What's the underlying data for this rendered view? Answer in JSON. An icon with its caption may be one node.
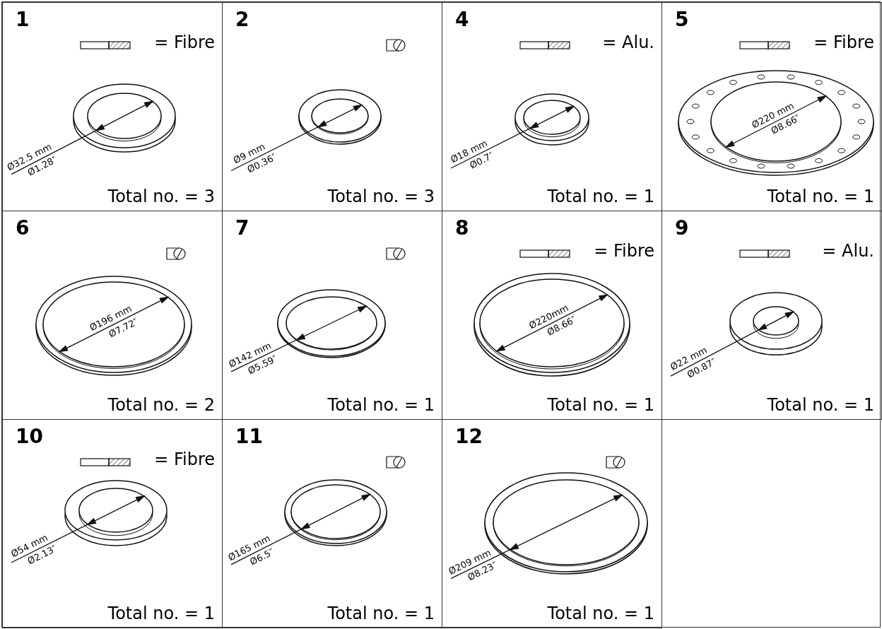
{
  "diagram": {
    "labels": [
      "1",
      "= Fibre",
      "Ø32.5 mm",
      "Ø1.28″",
      "Total no. = 3",
      "2",
      "Ø9 mm",
      "Ø0.36″",
      "Total no. = 3",
      "4",
      "= Alu.",
      "Ø18 mm",
      "Ø0.7″",
      "Total no. = 1",
      "5",
      "= Fibre",
      "Ø220 mm",
      "Ø8.66″",
      "Total no. = 1",
      "6",
      "Ø196 mm",
      "Ø7.72″",
      "Total no. = 2",
      "7",
      "Ø142 mm",
      "Ø5.59″",
      "Total no. = 1",
      "8",
      "= Fibre",
      "Ø220mm",
      "Ø8.66″",
      "Total no. = 1",
      "9",
      "= Alu.",
      "Ø22 mm",
      "Ø0.87″",
      "Total no. = 1",
      "10",
      "= Fibre",
      "Ø54 mm",
      "Ø2.13″",
      "Total no. = 1",
      "11",
      "Ø165 mm",
      "Ø6.5″",
      "Total no. = 1",
      "12",
      "Ø209 mm",
      "Ø8.23″",
      "Total no. = 1"
    ]
  }
}
